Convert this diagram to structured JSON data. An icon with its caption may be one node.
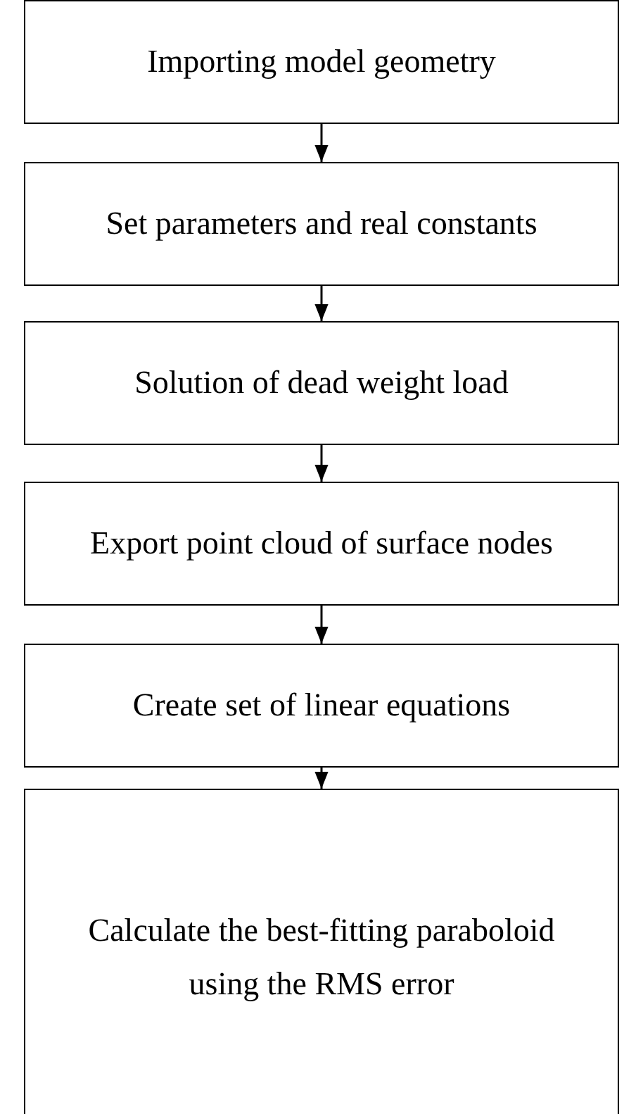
{
  "diagram": {
    "nodes": [
      {
        "text": [
          "Importing model geometry"
        ]
      },
      {
        "text": [
          "Set parameters and real constants"
        ]
      },
      {
        "text": [
          "Solution of dead weight load"
        ]
      },
      {
        "text": [
          "Export point cloud of surface nodes"
        ]
      },
      {
        "text": [
          "Create set of linear equations"
        ]
      },
      {
        "text": [
          "Calculate the best-fitting paraboloid using the RMS error"
        ]
      }
    ],
    "edges": [
      {
        "from": 0,
        "to": 1,
        "arrow": "to"
      },
      {
        "from": 1,
        "to": 2,
        "arrow": "to"
      },
      {
        "from": 2,
        "to": 3,
        "arrow": "to"
      },
      {
        "from": 3,
        "to": 4,
        "arrow": "to"
      },
      {
        "from": 4,
        "to": 5,
        "arrow": "to"
      }
    ]
  }
}
